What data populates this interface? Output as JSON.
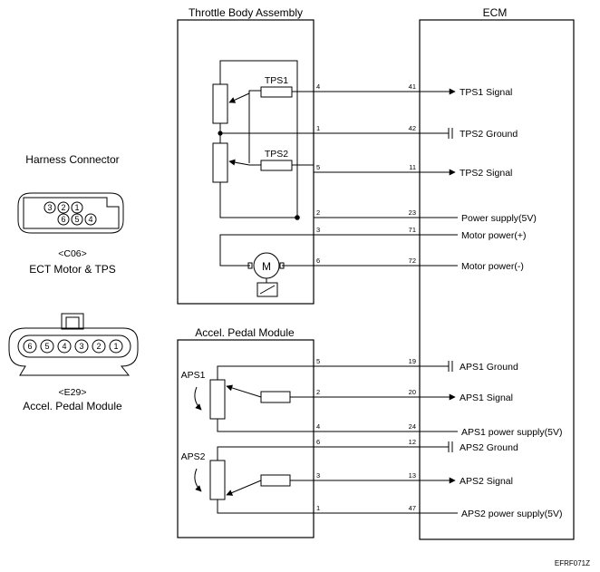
{
  "titles": {
    "throttle_body": "Throttle Body Assembly",
    "ecm": "ECM",
    "harness_connector": "Harness Connector",
    "accel_pedal": "Accel. Pedal Module"
  },
  "components": {
    "tps1": "TPS1",
    "tps2": "TPS2",
    "aps1": "APS1",
    "aps2": "APS2",
    "motor": "M"
  },
  "connectors": {
    "c06_code": "<C06>",
    "c06_name": "ECT Motor & TPS",
    "c06_pins": [
      "3",
      "2",
      "1",
      "6",
      "5",
      "4"
    ],
    "e29_code": "<E29>",
    "e29_name": "Accel. Pedal Module",
    "e29_pins": [
      "6",
      "5",
      "4",
      "3",
      "2",
      "1"
    ]
  },
  "throttle_rows": [
    {
      "pin": "4",
      "ecm_pin": "41",
      "signal": "TPS1 Signal"
    },
    {
      "pin": "1",
      "ecm_pin": "42",
      "signal": "TPS2 Ground"
    },
    {
      "pin": "5",
      "ecm_pin": "11",
      "signal": "TPS2 Signal"
    },
    {
      "pin": "2",
      "ecm_pin": "23",
      "signal": "Power supply(5V)"
    },
    {
      "pin": "3",
      "ecm_pin": "71",
      "signal": "Motor power(+)"
    },
    {
      "pin": "6",
      "ecm_pin": "72",
      "signal": "Motor power(-)"
    }
  ],
  "pedal_rows": [
    {
      "pin": "5",
      "ecm_pin": "19",
      "signal": "APS1 Ground"
    },
    {
      "pin": "2",
      "ecm_pin": "20",
      "signal": "APS1 Signal"
    },
    {
      "pin": "4",
      "ecm_pin": "24",
      "signal": "APS1 power supply(5V)"
    },
    {
      "pin": "6",
      "ecm_pin": "12",
      "signal": "APS2 Ground"
    },
    {
      "pin": "3",
      "ecm_pin": "13",
      "signal": "APS2 Signal"
    },
    {
      "pin": "1",
      "ecm_pin": "47",
      "signal": "APS2 power supply(5V)"
    }
  ],
  "figure_code": "EFRF071Z"
}
